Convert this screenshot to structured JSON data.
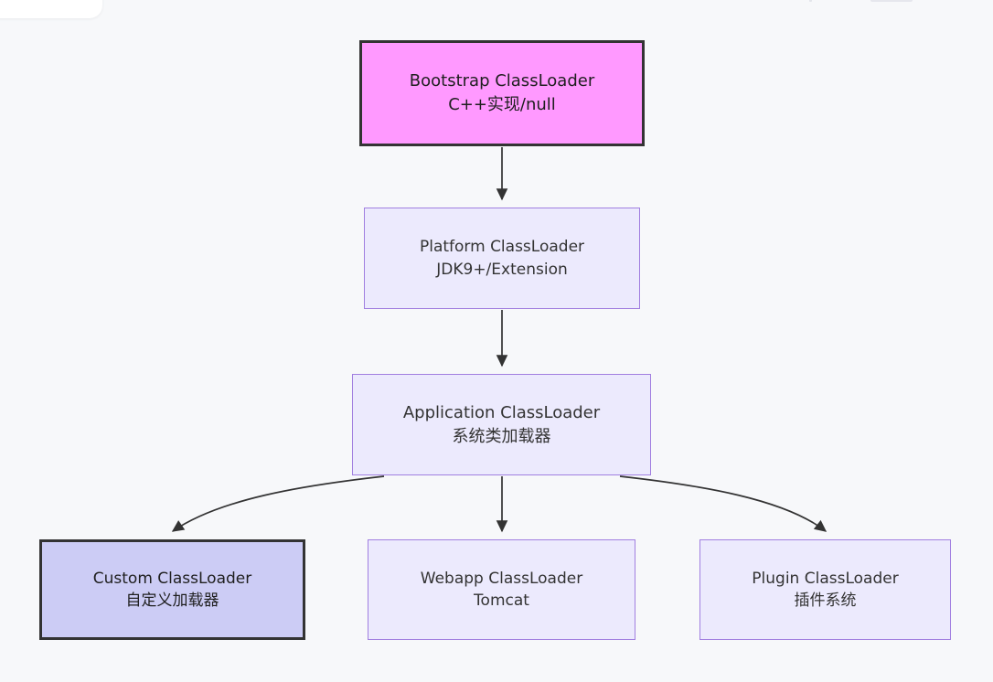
{
  "page": {
    "background_color": "#f7f8fa",
    "title": "Java ClassLoader hierarchy flowchart"
  },
  "theme": {
    "root_fill": "#ff99ff",
    "root_stroke": "#333333",
    "standard_fill": "#eceafd",
    "standard_stroke": "#a17fe0",
    "highlight_fill": "#ccccf5",
    "highlight_stroke": "#333333",
    "edge_color": "#333333",
    "text_color": "#333333"
  },
  "diagram": {
    "type": "flowchart",
    "direction": "top-down",
    "nodes": [
      {
        "id": "bootstrap",
        "line1": "Bootstrap ClassLoader",
        "line2": "C++实现/null",
        "style": "root",
        "tier": 0
      },
      {
        "id": "platform",
        "line1": "Platform ClassLoader",
        "line2": "JDK9+/Extension",
        "style": "standard",
        "tier": 1
      },
      {
        "id": "application",
        "line1": "Application ClassLoader",
        "line2": "系统类加载器",
        "style": "standard",
        "tier": 2
      },
      {
        "id": "custom",
        "line1": "Custom ClassLoader",
        "line2": "自定义加载器",
        "style": "highlight",
        "tier": 3
      },
      {
        "id": "webapp",
        "line1": "Webapp ClassLoader",
        "line2": "Tomcat",
        "style": "standard",
        "tier": 3
      },
      {
        "id": "plugin",
        "line1": "Plugin ClassLoader",
        "line2": "插件系统",
        "style": "standard",
        "tier": 3
      }
    ],
    "edges": [
      {
        "from": "bootstrap",
        "to": "platform",
        "shape": "straight"
      },
      {
        "from": "platform",
        "to": "application",
        "shape": "straight"
      },
      {
        "from": "application",
        "to": "custom",
        "shape": "curved"
      },
      {
        "from": "application",
        "to": "webapp",
        "shape": "straight"
      },
      {
        "from": "application",
        "to": "plugin",
        "shape": "curved"
      }
    ]
  }
}
